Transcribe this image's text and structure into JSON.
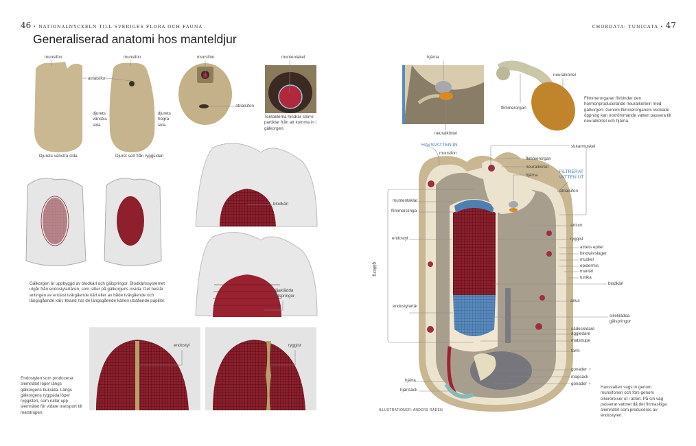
{
  "left_page": {
    "page_number": "46",
    "running_head": "NATIONALNYCKELN TILL SVERIGES FLORA OCH FAUNA",
    "title": "Generaliserad anatomi hos manteldjur",
    "row1": {
      "munsifon": "munsifon",
      "atrialsifon": "atrialsifon",
      "muntentakel": "muntentakel",
      "left_side": "djurets vänstra sida",
      "right_side": "djurets högra sida",
      "caption_left": "Djurets vänstra sida",
      "caption_back": "Djuret sett från ryggsidan",
      "caption_tentacles": "Tentaklerna hindrar större partiklar från att komma in i gälkorgen."
    },
    "row2": {
      "blodkarl": "blodkärl",
      "gill_slits": "cilieklädda gälspringor",
      "caption": "Gälkorgen är uppbyggd av blodkärl och gälspringor. Blodkärlssystemet utgår från endostylartären, som sitter på gälkorgens insida. Det består antingen av endast tvärgående kärl eller av både tvärgående och längsgående kärl. Ibland har de längsgående kärlen utstående papiller."
    },
    "row3": {
      "endostyl": "endostyl",
      "ryggist": "ryggist",
      "caption": "Endostylen som producerar slemnätet löper längs gälkorgens buksida. Längs gälkorgens ryggsida löper ryggisten, som rullar upp slemnätet för vidare transport till matstrupen."
    }
  },
  "right_page": {
    "page_number": "47",
    "running_head": "CHORDATA: TUNICATA",
    "inset": {
      "hjarna": "hjärna",
      "neuralkortel": "neuralkörtel",
      "flimmerorgan": "flimmerorgan",
      "caption": "Flimmerorganet förbinder den hormonproducerande neuralkörteln med gälkorgen. Genom flimmerorganets veckade öppning kan inströmmande vatten passera till neuralkörtel och hjärna."
    },
    "diagram": {
      "water_in": "HAVSVATTEN IN",
      "water_out": "FILTRERAT VATTEN UT",
      "gill_basket": "gälkorg",
      "labels_left": [
        "munsifon",
        "muntentaklar",
        "flimmerslinga",
        "endostyl",
        "endostylartär",
        "hjärta",
        "hjärtsäck"
      ],
      "labels_right": [
        "slutarmuskel",
        "flimmerorgan",
        "neuralkörtel",
        "hjärna",
        "atrialsifon",
        "atrium",
        "ryggist",
        "atriets epitel",
        "bindvävslager",
        "muskel",
        "epidermis",
        "mantel",
        "tunika",
        "blodkärl",
        "anus",
        "cilieklädda gälspringor",
        "sädesledare",
        "äggledare",
        "matstrupe",
        "tarm",
        "gonader ♂",
        "magsäck",
        "gonader ♀"
      ],
      "credit": "ILLUSTRATIONER: ANDERS RÅDÉN",
      "caption": "Havsvatten sugs in genom munsifonen och förs genom cilieröreiser ut i atriet. På sin väg passerar vattnet då det finmaskiga slemnätet som produceras av endostylen."
    }
  },
  "colors": {
    "tunic": "#c9b892",
    "gill_red": "#8e1f2c",
    "gill_blue": "#4f7fae",
    "accent": "#c0272d",
    "label_blue": "#4a78b0"
  }
}
